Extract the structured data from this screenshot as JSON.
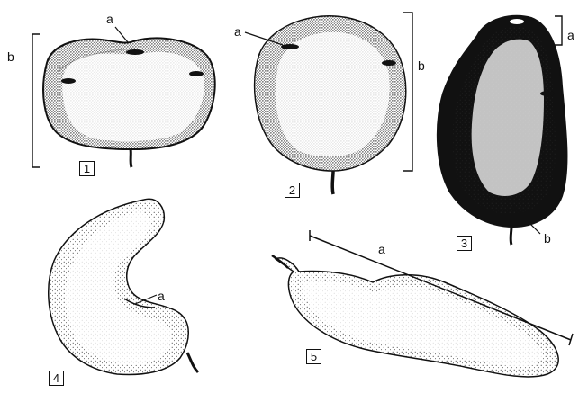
{
  "figure": {
    "shapes": [
      {
        "number": "1",
        "labels": {
          "a": "a",
          "b": "b"
        }
      },
      {
        "number": "2",
        "labels": {
          "a": "a",
          "b": "b"
        }
      },
      {
        "number": "3",
        "labels": {
          "a": "a",
          "b": "b"
        }
      },
      {
        "number": "4",
        "labels": {
          "a": "a"
        }
      },
      {
        "number": "5",
        "labels": {
          "a": "a"
        }
      }
    ]
  },
  "colors": {
    "ink": "#111111",
    "paper": "#ffffff",
    "stipple": "#1a1a1a"
  }
}
